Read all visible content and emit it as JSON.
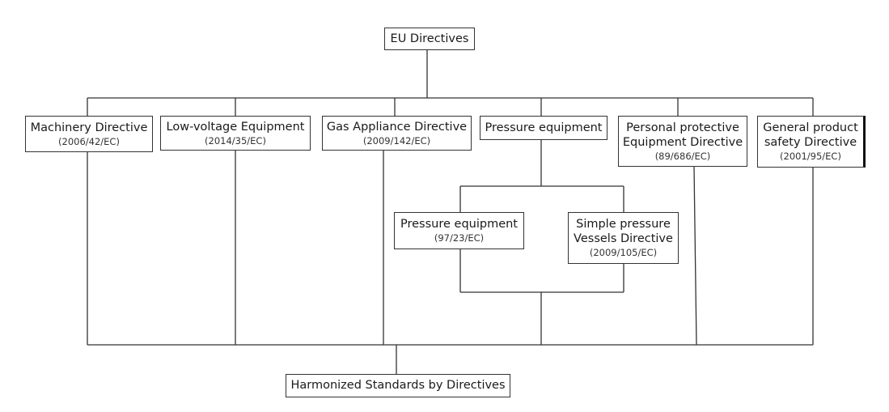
{
  "root": {
    "label": "EU Directives"
  },
  "directives": [
    {
      "label": "Machinery Directive",
      "code": "(2006/42/EC)"
    },
    {
      "label": "Low-voltage Equipment",
      "code": "(2014/35/EC)"
    },
    {
      "label": "Gas Appliance Directive",
      "code": "(2009/142/EC)"
    },
    {
      "label": "Pressure equipment",
      "code": ""
    },
    {
      "label_line1": "Personal protective",
      "label_line2": "Equipment Directive",
      "code": "(89/686/EC)"
    },
    {
      "label_line1": "General product",
      "label_line2": "safety Directive",
      "code": "(2001/95/EC)"
    }
  ],
  "pressure_children": [
    {
      "label": "Pressure equipment",
      "code": "(97/23/EC)"
    },
    {
      "label_line1": "Simple pressure",
      "label_line2": "Vessels Directive",
      "code": "(2009/105/EC)"
    }
  ],
  "bottom": {
    "label": "Harmonized Standards by Directives"
  }
}
